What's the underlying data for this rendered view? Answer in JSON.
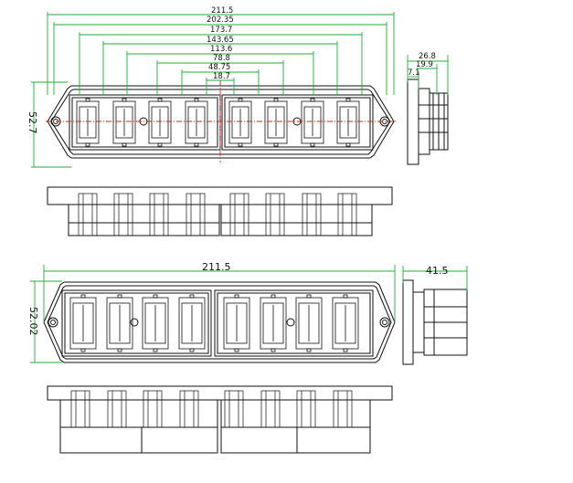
{
  "colors": {
    "outline": "#111111",
    "dimension": "#1fae3a",
    "centerline": "#e02020",
    "background": "#ffffff"
  },
  "drawing": {
    "top_view_dims": {
      "width_overall": "211.5",
      "d1": "202.35",
      "d2": "173.7",
      "d3": "143.65",
      "d4": "113.6",
      "d5": "78.8",
      "d6": "48.75",
      "d7": "18.7",
      "height": "52.7"
    },
    "side_view_dims": {
      "d1": "26.8",
      "d2": "19.9",
      "d3": "7.1"
    },
    "bottom_view_dims": {
      "width": "211.5",
      "height": "52.02",
      "depth": "41.5"
    }
  }
}
